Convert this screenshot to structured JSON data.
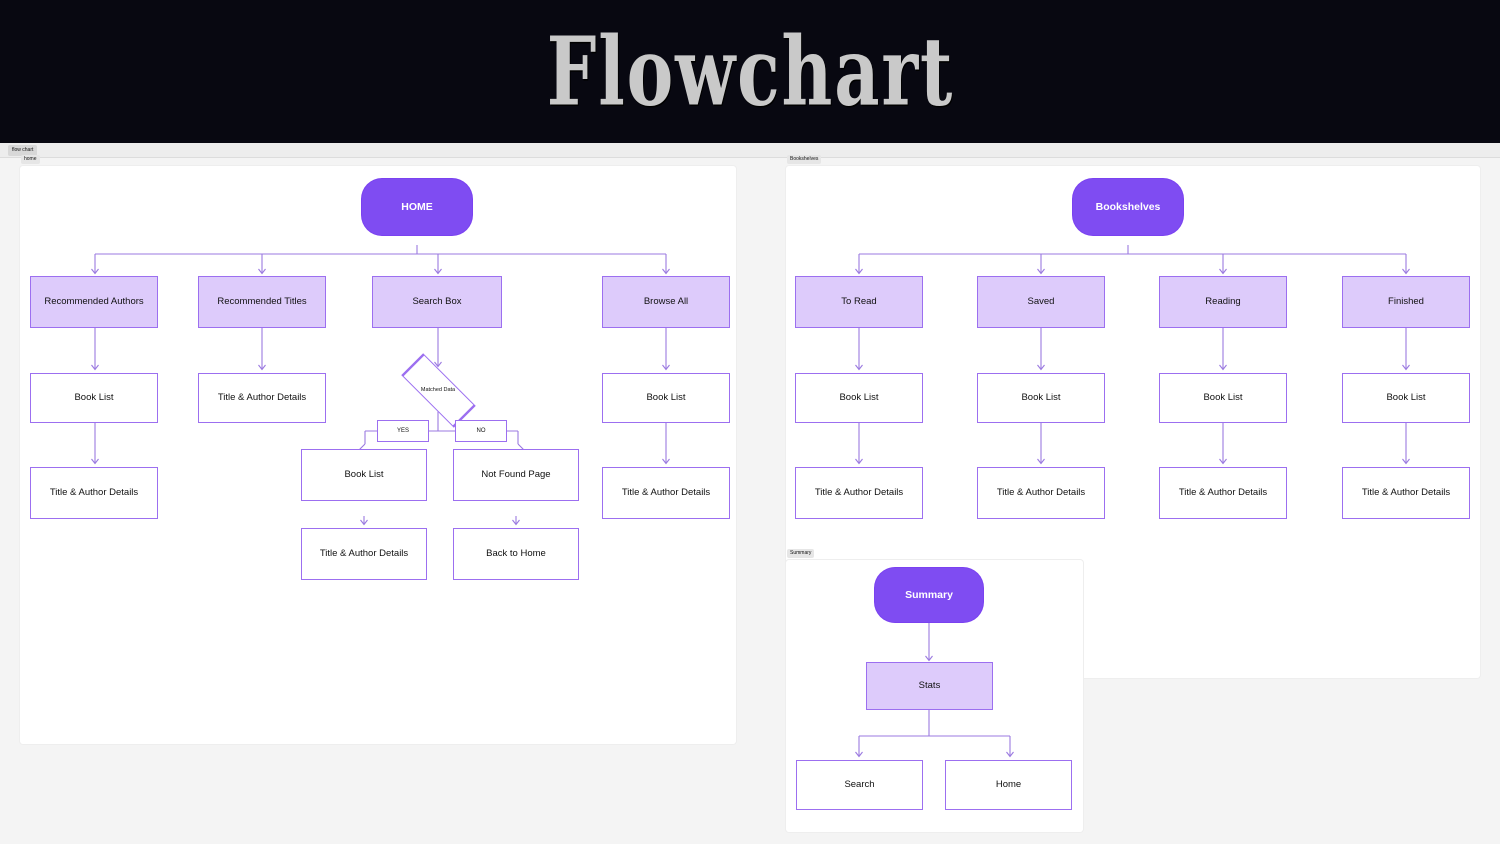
{
  "banner": {
    "title": "Flowchart"
  },
  "tabstrip": {
    "tab_label": "flow chart"
  },
  "frames": {
    "home": {
      "label": "home"
    },
    "bookshelves": {
      "label": "Bookshelves"
    },
    "summary": {
      "label": "Summary"
    }
  },
  "home_flow": {
    "root": "HOME",
    "branches": [
      {
        "level1": "Recommended Authors",
        "level2": "Book List",
        "level3": "Title & Author Details"
      },
      {
        "level1": "Recommended Titles",
        "level2": "Title & Author Details"
      },
      {
        "level1": "Search Box",
        "decision": "Matched Data",
        "yes_label": "YES",
        "no_label": "NO",
        "yes_path": [
          "Book List",
          "Title & Author Details"
        ],
        "no_path": [
          "Not Found Page",
          "Back to Home"
        ]
      },
      {
        "level1": "Browse All",
        "level2": "Book List",
        "level3": "Title & Author Details"
      }
    ]
  },
  "bookshelves_flow": {
    "root": "Bookshelves",
    "columns": [
      {
        "shelf": "To Read",
        "list": "Book List",
        "details": "Title & Author Details"
      },
      {
        "shelf": "Saved",
        "list": "Book List",
        "details": "Title & Author Details"
      },
      {
        "shelf": "Reading",
        "list": "Book List",
        "details": "Title & Author Details"
      },
      {
        "shelf": "Finished",
        "list": "Book List",
        "details": "Title & Author Details"
      }
    ]
  },
  "summary_flow": {
    "root": "Summary",
    "stats": "Stats",
    "leaves": [
      "Search",
      "Home"
    ]
  },
  "colors": {
    "banner_bg": "#080811",
    "banner_text": "#c9c9c9",
    "canvas_bg": "#f4f4f4",
    "frame_bg": "#ffffff",
    "accent_solid": "#7f4cf2",
    "accent_light": "#ddcbfb",
    "accent_border": "#9c6ff0",
    "connector": "#9b7ae0",
    "node_text": "#111111"
  }
}
